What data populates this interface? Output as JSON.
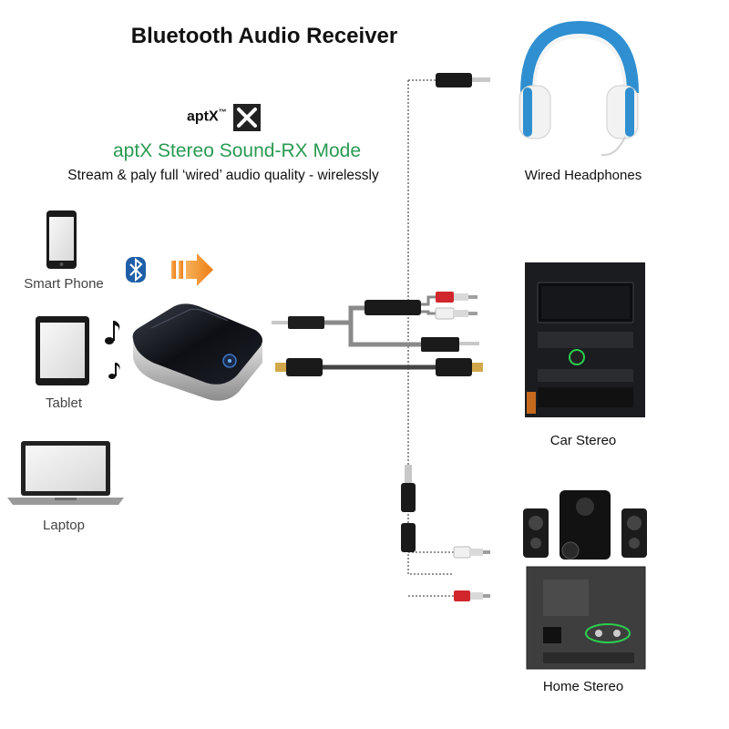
{
  "title": "Bluetooth Audio Receiver",
  "aptx": {
    "brand": "aptX",
    "trademark": "™",
    "mode": "aptX Stereo Sound-RX Mode",
    "tagline": "Stream & paly full ‘wired’ audio quality - wirelessly"
  },
  "sources": [
    {
      "label": "Smart Phone",
      "icon": "smartphone-icon"
    },
    {
      "label": "Tablet",
      "icon": "tablet-icon"
    },
    {
      "label": "Laptop",
      "icon": "laptop-icon"
    }
  ],
  "outputs": [
    {
      "label": "Wired Headphones",
      "icon": "headphones-icon"
    },
    {
      "label": "Car Stereo",
      "icon": "car-stereo-icon"
    },
    {
      "label": "Home Stereo",
      "icon": "home-stereo-icon"
    }
  ],
  "colors": {
    "aptx_green": "#2a9a52",
    "arrow_orange": "#f08a1c",
    "bluetooth_blue": "#1f5fa8",
    "headphone_blue": "#2f8fd0",
    "rca_red": "#d0262c",
    "cable_gray": "#8a8a8a"
  }
}
